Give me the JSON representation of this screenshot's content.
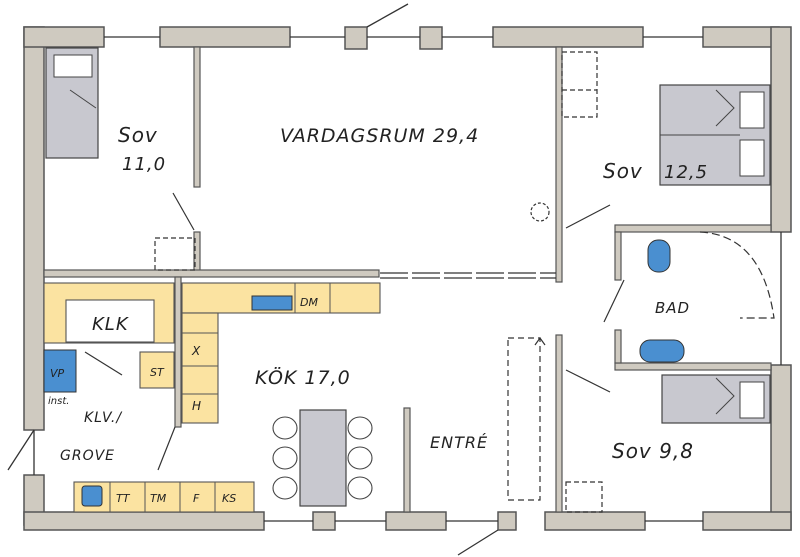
{
  "rooms": {
    "sov_nw": "Sov",
    "sov_nw_area": "11,0",
    "vardagsrum": "VARDAGSRUM 29,4",
    "sov_ne": "Sov",
    "sov_ne_area": "12,5",
    "klk": "KLK",
    "vp": "VP",
    "vp_inst": "inst.",
    "klv": "KLV./",
    "grove": "GROVE",
    "st": "ST",
    "kok": "KÖK 17,0",
    "dm": "DM",
    "x": "X",
    "h": "H",
    "bad": "BAD",
    "entre": "ENTRÉ",
    "sov_se": "Sov 9,8"
  },
  "fixtures": {
    "tt": "TT",
    "tm": "TM",
    "f": "F",
    "ks": "KS"
  },
  "colors": {
    "wall": "#cfcac0",
    "wall_stroke": "#555555",
    "cabinet": "#fbe3a1",
    "blue": "#4a8fd0",
    "grey": "#c8c8cf",
    "ink": "#333333"
  }
}
